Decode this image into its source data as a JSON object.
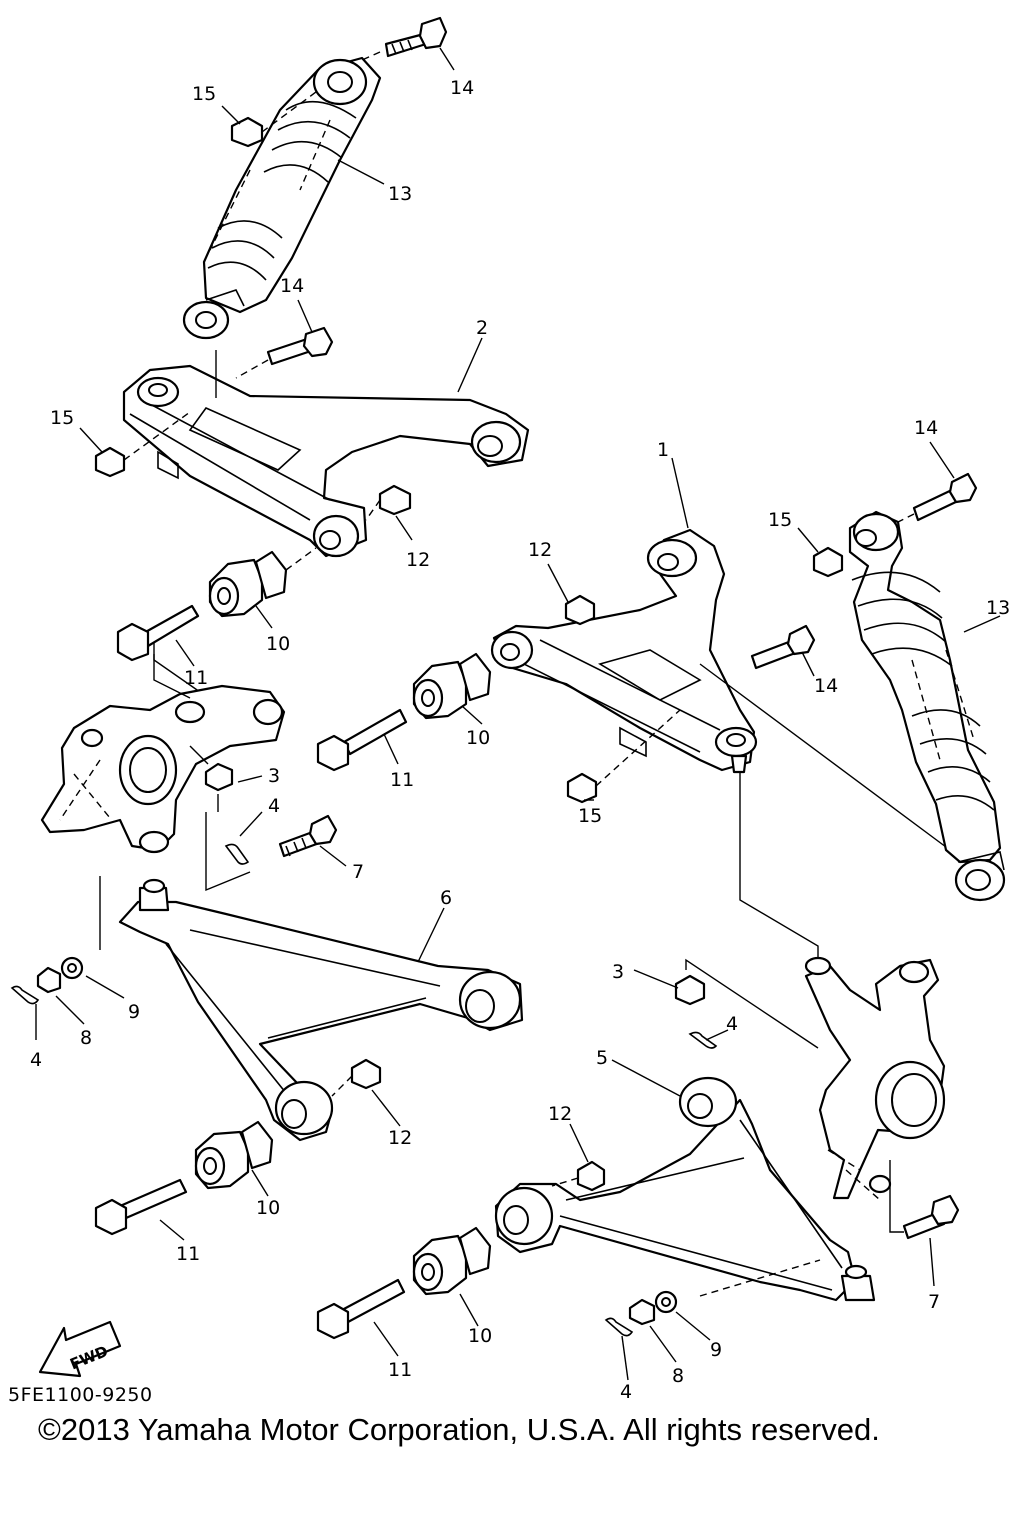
{
  "diagram": {
    "callouts": [
      "1",
      "2",
      "3",
      "4",
      "5",
      "6",
      "7",
      "8",
      "9",
      "10",
      "11",
      "12",
      "13",
      "14",
      "15"
    ],
    "fwd_label": "FWD",
    "part_code": "5FE1100-9250",
    "copyright": "©2013 Yamaha Motor Corporation, U.S.A. All rights reserved."
  }
}
